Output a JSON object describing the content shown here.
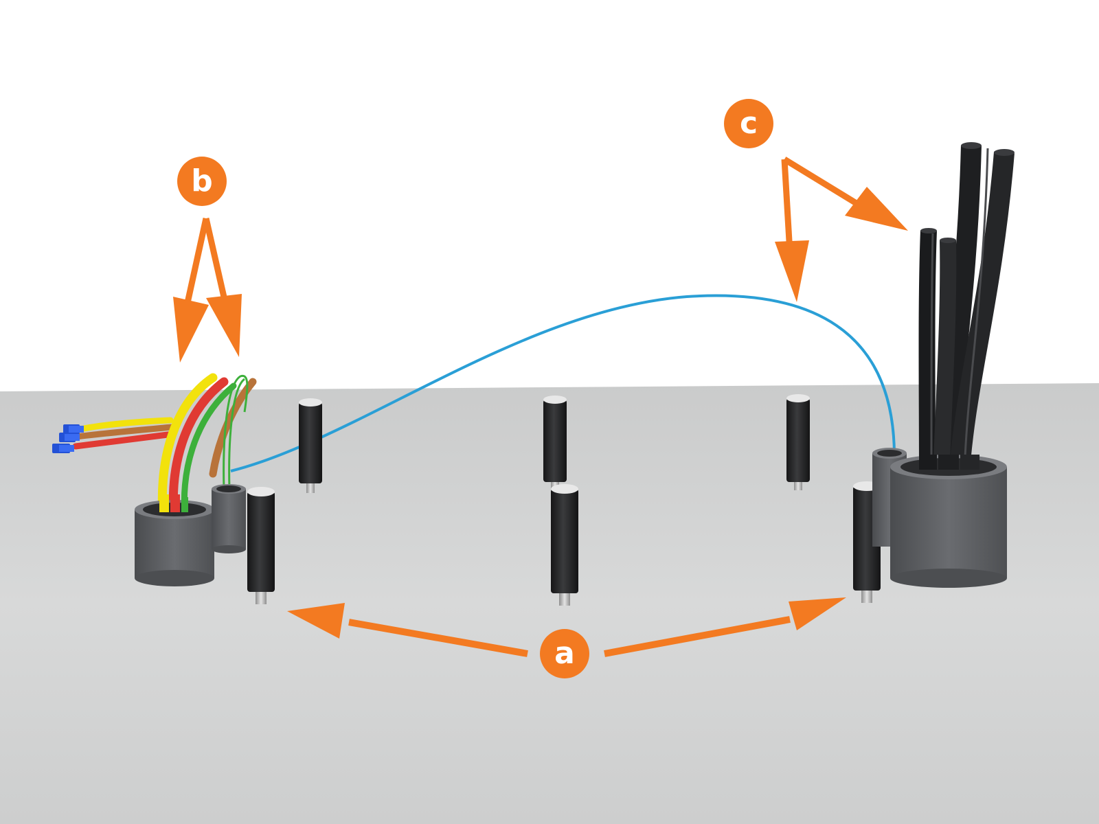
{
  "callouts": [
    {
      "id": "a",
      "letter": "a"
    },
    {
      "id": "b",
      "letter": "b"
    },
    {
      "id": "c",
      "letter": "c"
    }
  ],
  "colors": {
    "accent": "#F37A21",
    "floor": "#D2D3D3",
    "sleeve": "#5E6063",
    "post": "#222325",
    "wire_yellow": "#F2E20C",
    "wire_red": "#E03A33",
    "wire_green": "#3DB03B",
    "wire_brown": "#B8733A",
    "wire_blue_cable": "#2A9FD6",
    "connector_blue": "#2351D6"
  }
}
